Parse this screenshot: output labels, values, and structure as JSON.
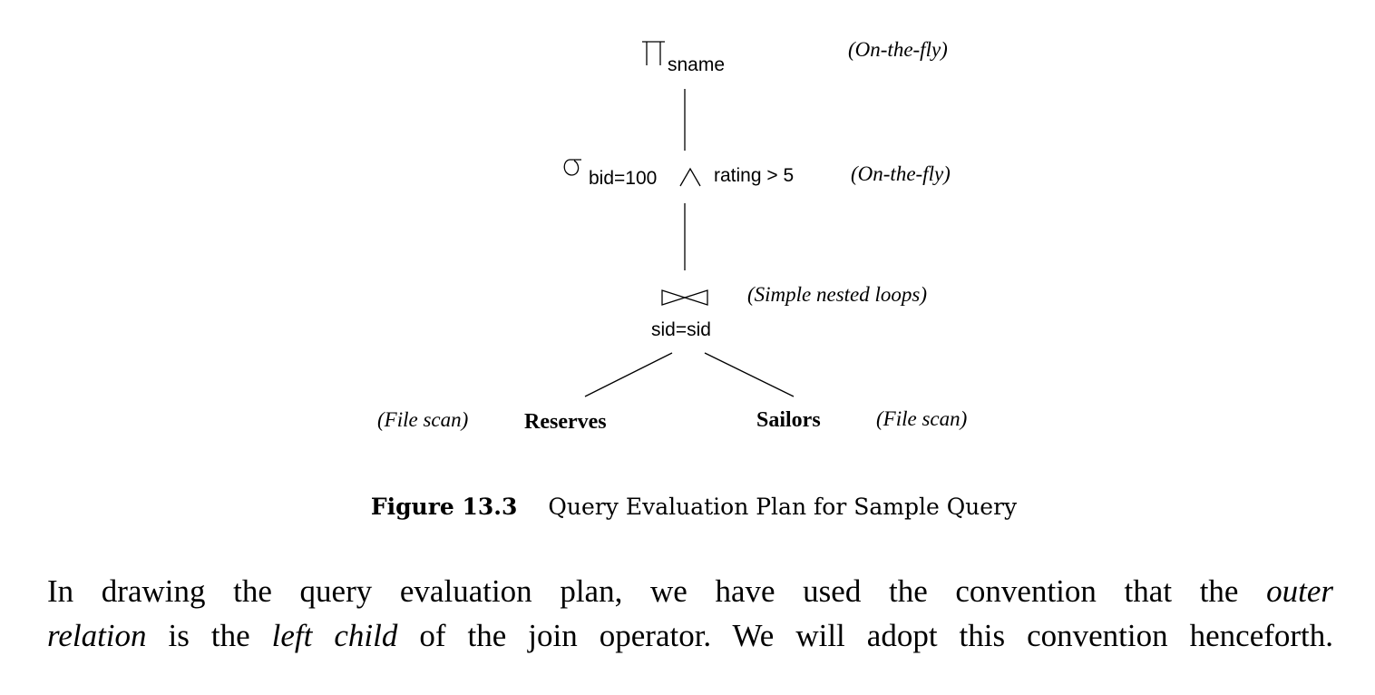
{
  "plan": {
    "projection": {
      "symbol": "π",
      "subscript": "sname",
      "annotation": "(On-the-fly)"
    },
    "selection": {
      "symbol": "σ",
      "cond_left": "bid=100",
      "and_symbol": "∧",
      "cond_right": "rating > 5",
      "annotation": "(On-the-fly)"
    },
    "join": {
      "symbol": "⋈",
      "condition": "sid=sid",
      "annotation": "(Simple nested loops)"
    },
    "left_child": {
      "name": "Reserves",
      "annotation": "(File scan)"
    },
    "right_child": {
      "name": "Sailors",
      "annotation": "(File scan)"
    }
  },
  "caption": {
    "label": "Figure 13.3",
    "text": "Query Evaluation Plan for Sample Query"
  },
  "paragraph": {
    "line1_a": "In drawing the query evaluation plan, we have used the convention that the",
    "line1_em": "outer",
    "line2_em1": "relation",
    "line2_b": "is the",
    "line2_em2": "left child",
    "line2_c": "of the join operator. We will adopt this convention henceforth."
  }
}
